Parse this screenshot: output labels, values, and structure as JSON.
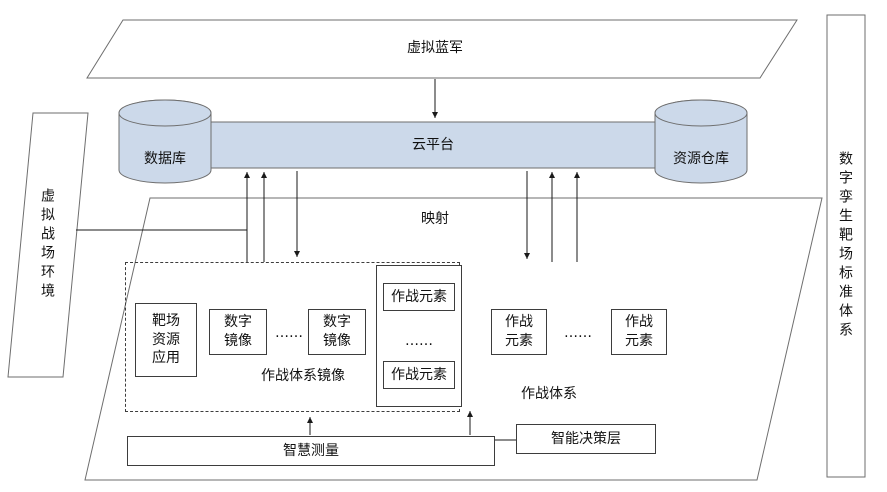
{
  "colors": {
    "node_fill": "#ccd9ea",
    "node_stroke": "#6e6e6e",
    "line": "#1a1a1a"
  },
  "top_band": {
    "label": "虚拟蓝军"
  },
  "platform": {
    "cloud": "云平台",
    "database": "数据库",
    "repository": "资源仓库"
  },
  "left_panel": {
    "label": "虚拟战场环境"
  },
  "right_panel": {
    "label": "数字孪生靶场标准体系"
  },
  "mapping": {
    "label": "映射"
  },
  "mirror_group": {
    "range_app": "靶场资源应用",
    "mirror1": "数字镜像",
    "dots": "……",
    "mirror2": "数字镜像",
    "label": "作战体系镜像"
  },
  "element_stack": {
    "top": "作战元素",
    "dots": "……",
    "bottom": "作战元素"
  },
  "combat_group": {
    "elem1": "作战元素",
    "dots": "……",
    "elem2": "作战元素",
    "label": "作战体系"
  },
  "bottom": {
    "measure": "智慧测量",
    "decision": "智能决策层"
  }
}
